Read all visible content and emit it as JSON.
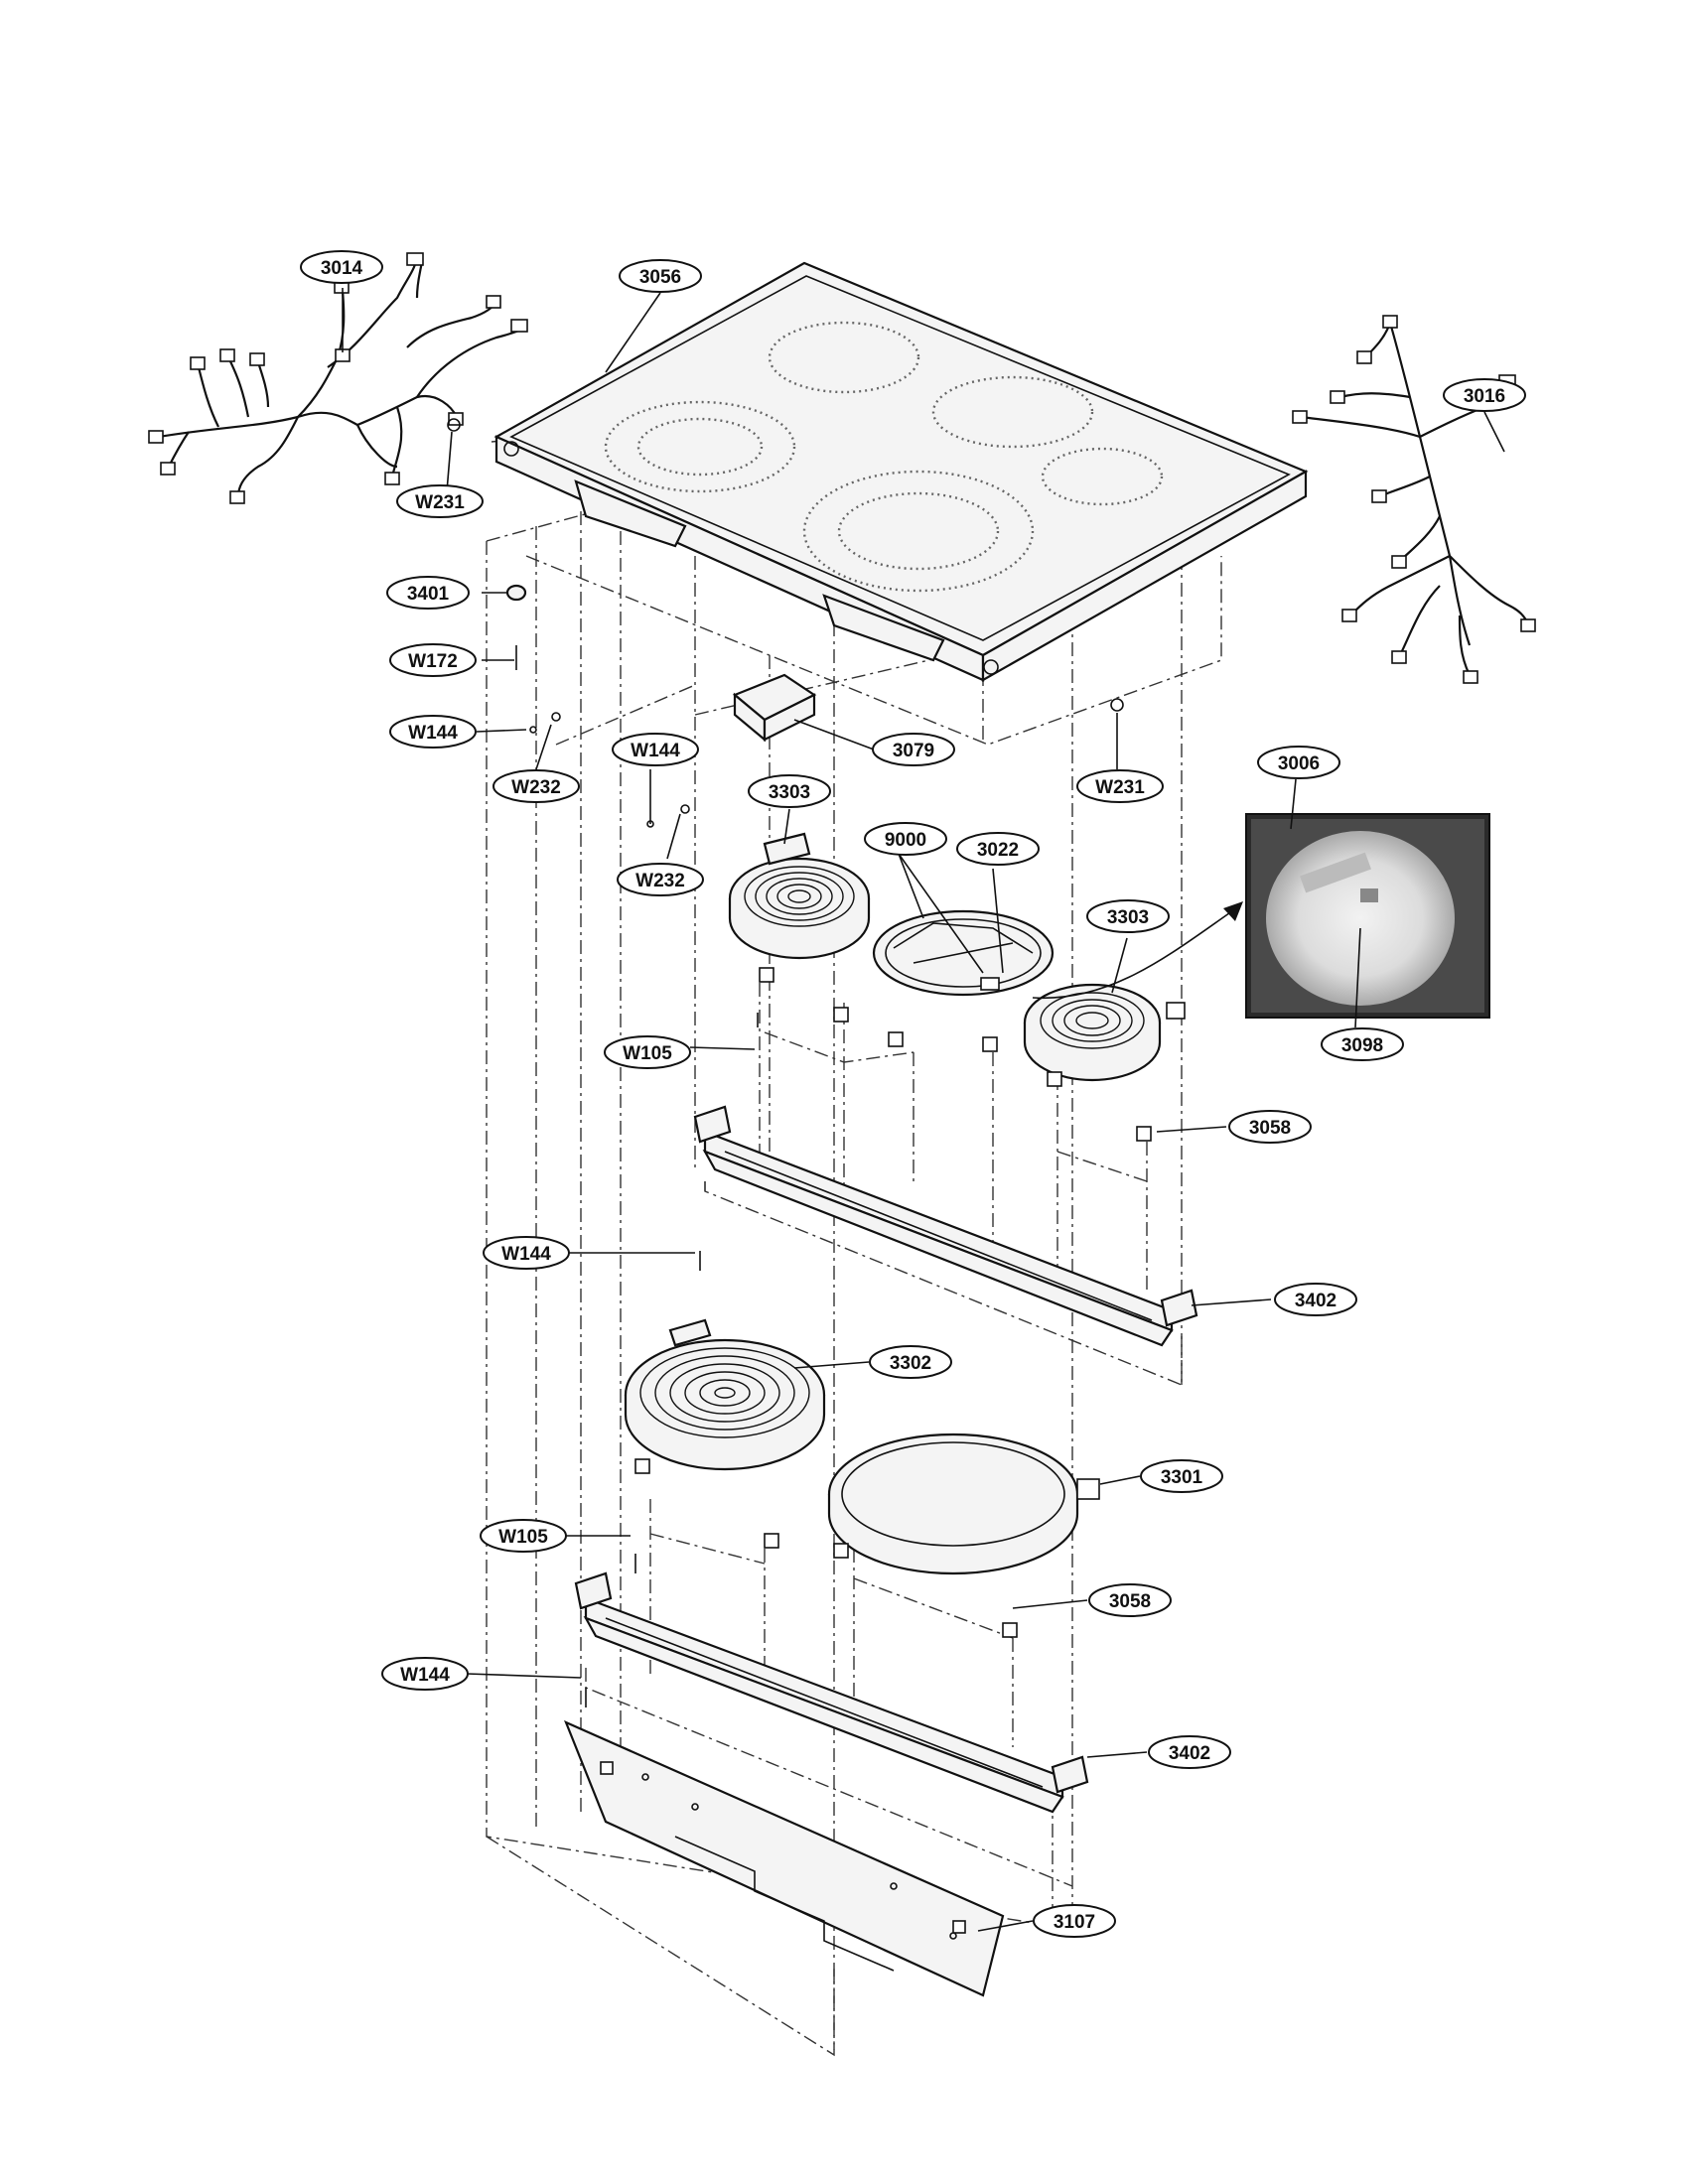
{
  "callouts": {
    "c3014": "3014",
    "c3056": "3056",
    "c3016": "3016",
    "w231_left": "W231",
    "c3401": "3401",
    "w172": "W172",
    "w144_a": "W144",
    "w232_a": "W232",
    "w144_b": "W144",
    "w232_b": "W232",
    "c3079": "3079",
    "w231_right": "W231",
    "c3006": "3006",
    "c3303_a": "3303",
    "c9000": "9000",
    "c3022": "3022",
    "c3303_b": "3303",
    "c3098": "3098",
    "w105_a": "W105",
    "c3058_a": "3058",
    "w144_c": "W144",
    "c3402_a": "3402",
    "c3302": "3302",
    "c3301": "3301",
    "w105_b": "W105",
    "c3058_b": "3058",
    "w144_d": "W144",
    "c3402_b": "3402",
    "c3107": "3107"
  }
}
